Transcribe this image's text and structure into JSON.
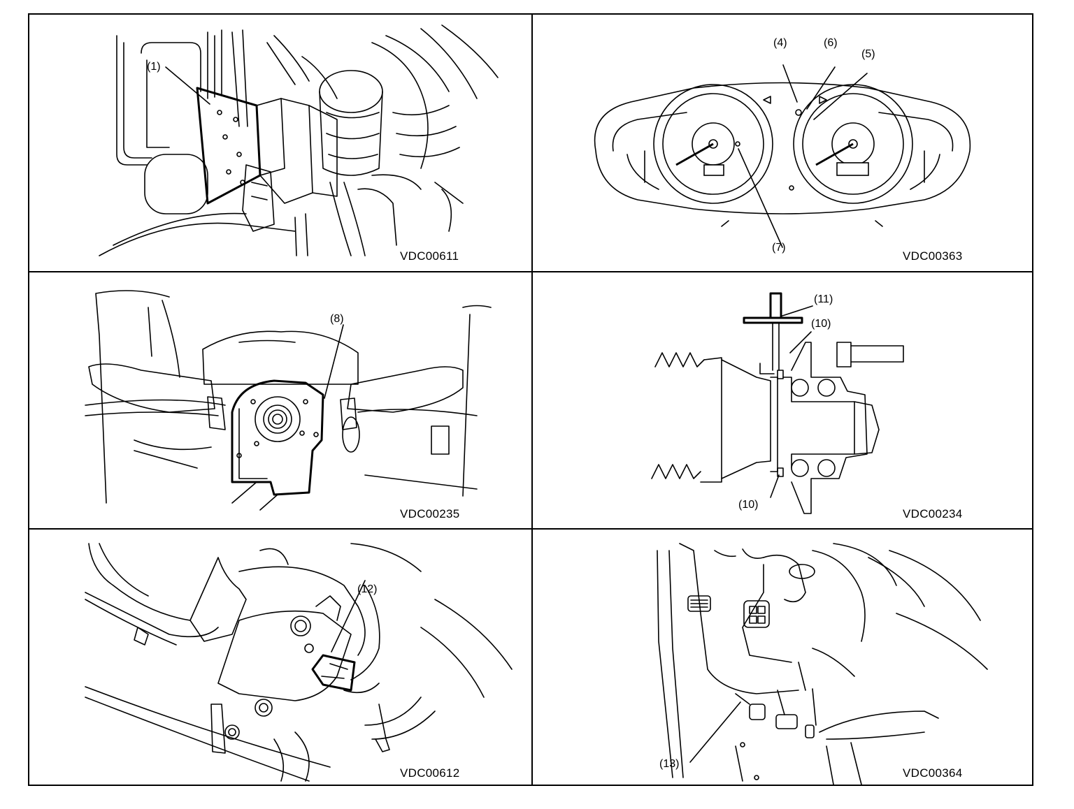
{
  "panels": [
    {
      "code": "VDC00611",
      "callouts": [
        "(1)"
      ]
    },
    {
      "code": "VDC00363",
      "callouts": [
        "(4)",
        "(6)",
        "(5)",
        "(7)"
      ]
    },
    {
      "code": "VDC00235",
      "callouts": [
        "(8)"
      ]
    },
    {
      "code": "VDC00234",
      "callouts": [
        "(11)",
        "(10)",
        "(10)"
      ]
    },
    {
      "code": "VDC00612",
      "callouts": [
        "(12)"
      ]
    },
    {
      "code": "VDC00364",
      "callouts": [
        "(13)"
      ]
    }
  ]
}
